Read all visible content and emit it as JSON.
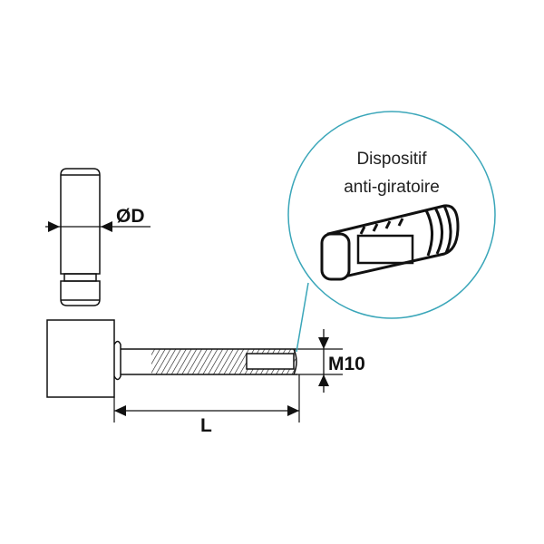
{
  "labels": {
    "diameter": "ØD",
    "thread": "M10",
    "length": "L",
    "callout_line1": "Dispositif",
    "callout_line2": "anti-giratoire"
  },
  "colors": {
    "line": "#111111",
    "callout": "#3aa6b9"
  }
}
